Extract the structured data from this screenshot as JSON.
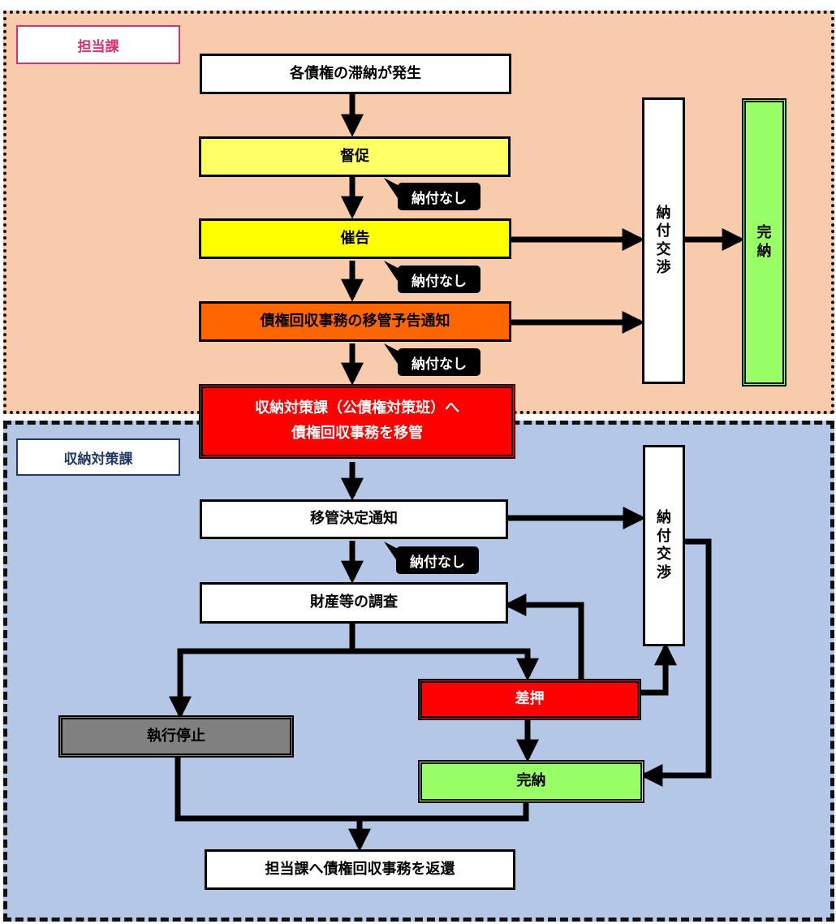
{
  "sections": {
    "top": {
      "label": "担当課",
      "label_color": "#d6336c"
    },
    "bottom": {
      "label": "収納対策課",
      "label_color": "#1f3864"
    }
  },
  "steps": {
    "delinquency": "各債権の滞納が発生",
    "demand": "督促",
    "warning": "催告",
    "transfer_notice": "債権回収事務の移管予告通知",
    "transfer_line1": "収納対策課（公債権対策班）へ",
    "transfer_line2": "債権回収事務を移管",
    "transfer_decision": "移管決定通知",
    "asset_investigation": "財産等の調査",
    "seizure": "差押",
    "stay_execution": "執行停止",
    "full_payment_bottom": "完納",
    "return": "担当課へ債権回収事務を返還"
  },
  "side": {
    "negotiation_top": [
      "納",
      "付",
      "交",
      "渉"
    ],
    "paid_top": [
      "完",
      "納"
    ],
    "negotiation_bottom": [
      "納",
      "付",
      "交",
      "渉"
    ]
  },
  "bubbles": {
    "no_payment_1": "納付なし",
    "no_payment_2": "納付なし",
    "no_payment_3": "納付なし",
    "no_payment_4": "納付なし"
  },
  "colors": {
    "white": "#ffffff",
    "light_yellow": "#ffff66",
    "yellow": "#ffff00",
    "orange": "#ff6600",
    "red": "#ff0000",
    "green": "#99ff66",
    "gray": "#808080",
    "top_zone": "#f8cbad",
    "bottom_zone": "#b4c7e7"
  }
}
